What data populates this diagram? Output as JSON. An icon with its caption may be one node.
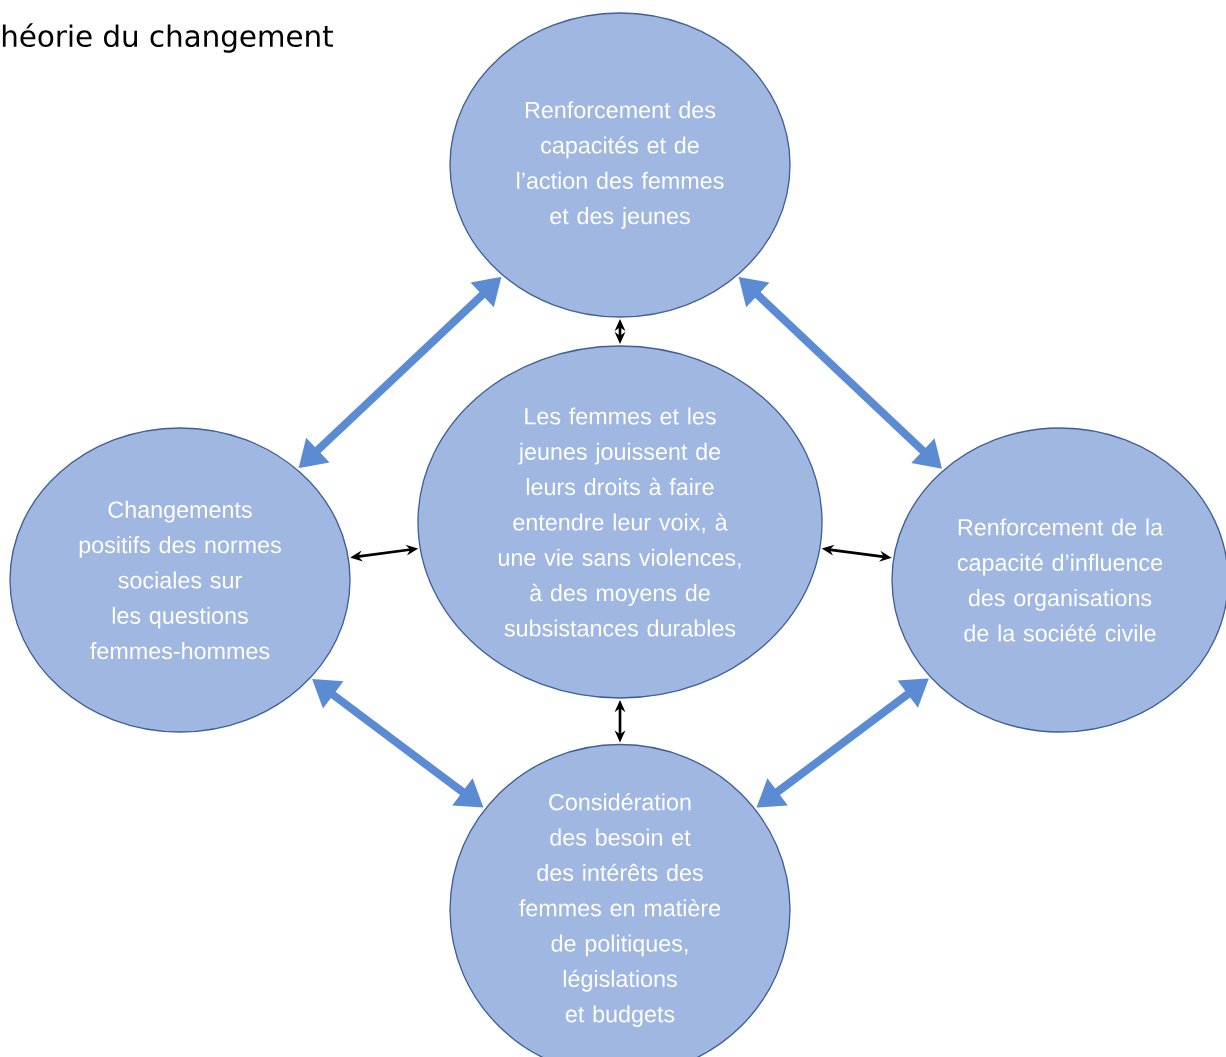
{
  "diagram": {
    "title": "héorie du changement",
    "nodes": [
      {
        "text": [
          "Renforcement des capacités et de l’action des femmes et des jeunes"
        ]
      },
      {
        "text": [
          "Les femmes et les jeunes jouissent de leurs droits à faire entendre leur voix, à une vie sans violences, à des moyens de subsistances durables"
        ]
      },
      {
        "text": [
          "Changements positifs des normes sociales sur les questions femmes-hommes"
        ]
      },
      {
        "text": [
          "Renforcement de la capacité d’influence des organisations de la société civile"
        ]
      },
      {
        "text": [
          "Considération des besoin et des intérêts des femmes en matière de politiques, législations et budgets"
        ]
      }
    ],
    "edges": [
      {
        "from": 0,
        "to": 2,
        "arrow": "both",
        "style": "thick",
        "color": "#5b8bd3"
      },
      {
        "from": 0,
        "to": 3,
        "arrow": "both",
        "style": "thick",
        "color": "#5b8bd3"
      },
      {
        "from": 0,
        "to": 1,
        "arrow": "both",
        "color": "#000000"
      },
      {
        "from": 2,
        "to": 1,
        "arrow": "both",
        "color": "#000000"
      },
      {
        "from": 1,
        "to": 3,
        "arrow": "both",
        "color": "#000000"
      },
      {
        "from": 1,
        "to": 4,
        "arrow": "both",
        "color": "#000000"
      },
      {
        "from": 2,
        "to": 4,
        "arrow": "both",
        "style": "thick",
        "color": "#5b8bd3"
      },
      {
        "from": 3,
        "to": 4,
        "arrow": "both",
        "style": "thick",
        "color": "#5b8bd3"
      }
    ]
  }
}
